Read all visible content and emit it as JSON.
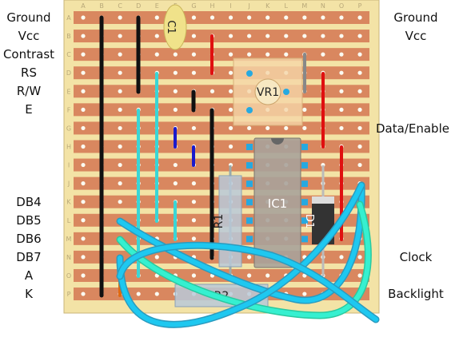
{
  "left_labels": [
    "Ground",
    "Vcc",
    "Contrast",
    "RS",
    "R/W",
    "E",
    "DB4",
    "DB5",
    "DB6",
    "DB7",
    "A",
    "K"
  ],
  "right_labels": [
    "Ground",
    "Vcc",
    "Data/Enable",
    "Clock",
    "Backlight"
  ],
  "column_letters": [
    "A",
    "B",
    "C",
    "D",
    "E",
    "F",
    "G",
    "H",
    "I",
    "J",
    "K",
    "L",
    "M",
    "N",
    "O",
    "P"
  ],
  "row_letters": [
    "A",
    "B",
    "C",
    "D",
    "E",
    "F",
    "G",
    "H",
    "I",
    "J",
    "K",
    "L",
    "M",
    "N",
    "O",
    "P"
  ],
  "components": {
    "c1": "C1",
    "vr1": "VR1",
    "ic1": "IC1",
    "r1": "R1",
    "r2": "R2",
    "d1": "D1"
  },
  "colors": {
    "board": "#f3e3a6",
    "strip": "#d9875f",
    "hole": "#fbfbf2",
    "wire_black": "#111111",
    "wire_red": "#e01010",
    "wire_blue": "#1a1acc",
    "wire_cyan": "#39d6d6",
    "wire_gray": "#888888",
    "cable_cyan": "#1ec8f0",
    "cable_teal": "#36f0d0",
    "ic_body": "#a8a29a",
    "vr_body": "#f5d6a8",
    "resistor_body": "#b9c9d8",
    "diode_body": "#333333",
    "cap_body": "#f0e28a",
    "pad": "#26a9e0"
  }
}
